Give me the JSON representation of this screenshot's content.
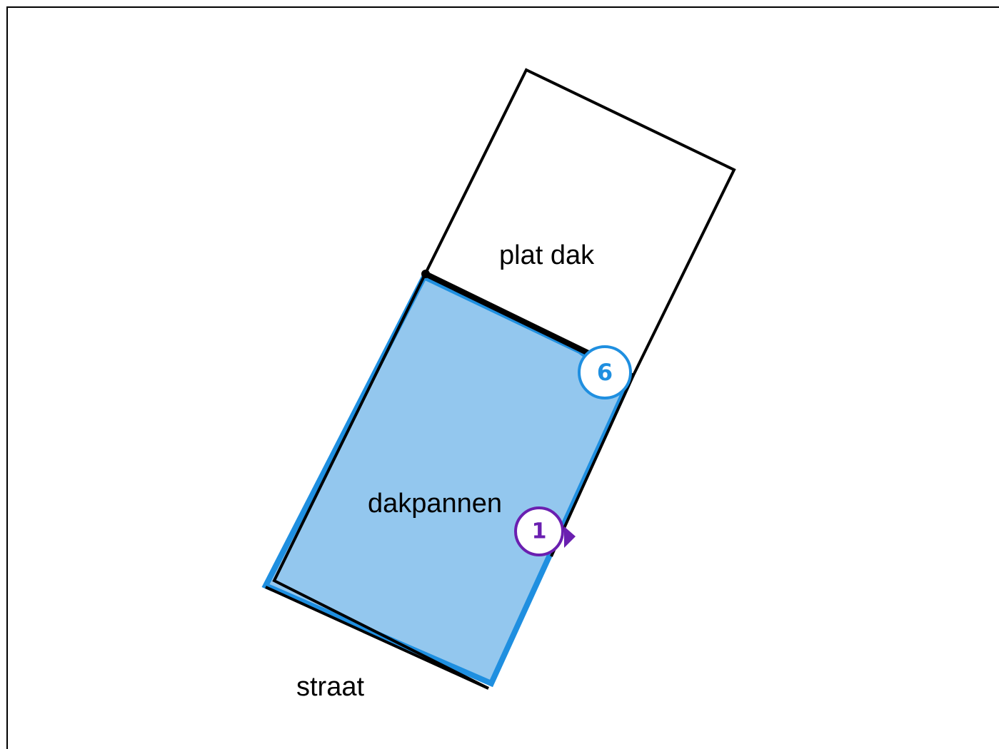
{
  "labels": {
    "flat_roof": "plat dak",
    "tiled_roof": "dakpannen",
    "street": "straat"
  },
  "markers": {
    "edge_marker": "6",
    "face_marker": "1"
  },
  "colors": {
    "background": "#ffffff",
    "frame": "#000000",
    "outline": "#000000",
    "selection_fill": "#93c7ee",
    "selection_stroke": "#1f8fe0",
    "edge_marker_color": "#1f8fe0",
    "face_marker_color": "#6a1fb0"
  }
}
